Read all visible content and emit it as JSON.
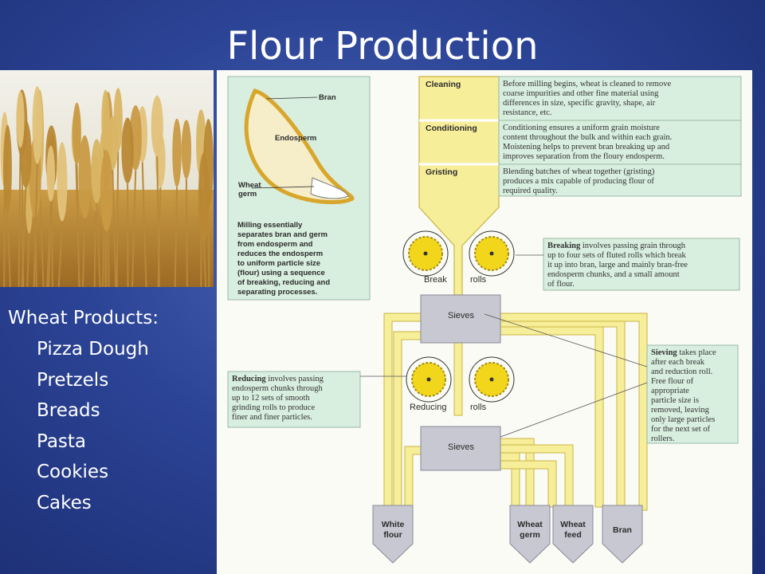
{
  "title": "Flour Production",
  "products": {
    "heading": "Wheat Products:",
    "items": [
      "Pizza Dough",
      "Pretzels",
      "Breads",
      "Pasta",
      "Cookies",
      "Cakes"
    ]
  },
  "grain": {
    "labels": {
      "bran": "Bran",
      "endosperm": "Endosperm",
      "germ_line1": "Wheat",
      "germ_line2": "germ"
    },
    "desc_lines": [
      "Milling essentially",
      "separates bran and germ",
      "from endosperm and",
      "reduces the endosperm",
      "to uniform particle size",
      "(flour) using a sequence",
      "of breaking, reducing and",
      "separating processes."
    ]
  },
  "steps": {
    "cleaning": {
      "label": "Cleaning",
      "lines": [
        "Before milling begins, wheat is cleaned to remove",
        "coarse impurities and other fine material using",
        "differences in size, specific gravity, shape, air",
        "resistance, etc."
      ]
    },
    "conditioning": {
      "label": "Conditioning",
      "lines": [
        "Conditioning ensures a uniform grain moisture",
        "content throughout the bulk and within each grain.",
        "Moistening helps to prevent bran breaking up and",
        "improves separation from the floury endosperm."
      ]
    },
    "gristing": {
      "label": "Gristing",
      "lines": [
        "Blending batches of wheat together (gristing)",
        "produces a mix capable of producing flour of",
        "required quality."
      ]
    }
  },
  "break_rolls": {
    "label_left": "Break",
    "label_right": "rolls"
  },
  "breaking": {
    "bold": "Breaking",
    "first_rest": " involves passing grain through",
    "lines": [
      "up to four sets of fluted rolls which break",
      "it up into bran, large and mainly bran-free",
      "endosperm chunks, and a small amount",
      "of flour."
    ]
  },
  "sieves": {
    "top": "Sieves",
    "bottom": "Sieves"
  },
  "sieving": {
    "bold": "Sieving",
    "first_rest": " takes place",
    "lines": [
      "after each break",
      "and reduction roll.",
      "Free flour of",
      "appropriate",
      "particle size is",
      "removed, leaving",
      "only large particles",
      "for the next set of",
      "rollers."
    ]
  },
  "reducing_rolls": {
    "label_left": "Reducing",
    "label_right": "rolls"
  },
  "reducing": {
    "bold": "Reducing",
    "first_rest": " involves passing",
    "lines": [
      "endosperm chunks through",
      "up to 12 sets of smooth",
      "grinding rolls to produce",
      "finer and finer particles."
    ]
  },
  "outputs": {
    "white_flour": [
      "White",
      "flour"
    ],
    "wheat_germ": [
      "Wheat",
      "germ"
    ],
    "wheat_feed": [
      "Wheat",
      "feed"
    ],
    "bran": [
      "Bran"
    ]
  },
  "colors": {
    "background": "#2c4496",
    "hopper": "#f7ee9a",
    "box": "#d8eede",
    "roll": "#f2d61c",
    "sieve": "#c8c8d2"
  }
}
